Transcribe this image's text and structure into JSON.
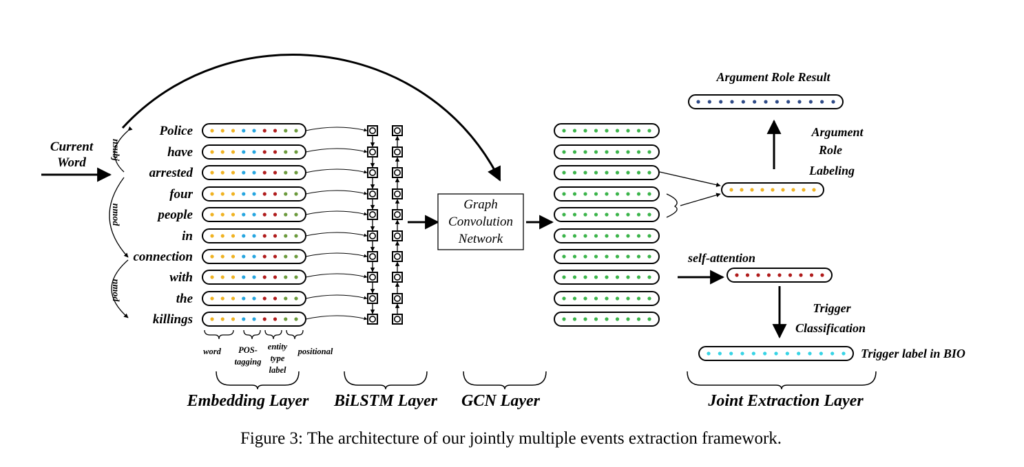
{
  "input": {
    "current_word": [
      "Current",
      "Word"
    ],
    "words": [
      "Police",
      "have",
      "arrested",
      "four",
      "people",
      "in",
      "connection",
      "with",
      "the",
      "killings"
    ],
    "dependency_labels": [
      "nsubj",
      "nmod",
      "nmod"
    ]
  },
  "embedding": {
    "component_labels": {
      "word": "word",
      "pos": [
        "POS-",
        "tagging"
      ],
      "entity": [
        "entity",
        "type",
        "label"
      ],
      "positional": "positional"
    },
    "dot_colors": [
      "#f0b323",
      "#f0b323",
      "#f0b323",
      "#27a6e0",
      "#27a6e0",
      "#b01c1c",
      "#b01c1c",
      "#6b9a3c",
      "#6b9a3c"
    ]
  },
  "gcn": {
    "box_lines": [
      "Graph",
      "Convolution",
      "Network"
    ],
    "dot_color": "#3bb44a"
  },
  "joint": {
    "argument_result_label": "Argument Role Result",
    "argument_result_color": "#2e4a86",
    "argument_labeling": [
      "Argument",
      "Role",
      "Labeling"
    ],
    "argument_vector_color": "#f0b323",
    "self_attention_label": "self-attention",
    "attention_vector_color": "#b01c1c",
    "trigger_classification": [
      "Trigger",
      "Classification"
    ],
    "trigger_label": "Trigger label in BIO",
    "trigger_vector_color": "#37d4e6"
  },
  "layers": [
    "Embedding Layer",
    "BiLSTM Layer",
    "GCN Layer",
    "Joint Extraction Layer"
  ],
  "caption": "Figure 3: The architecture of our jointly multiple events extraction framework."
}
